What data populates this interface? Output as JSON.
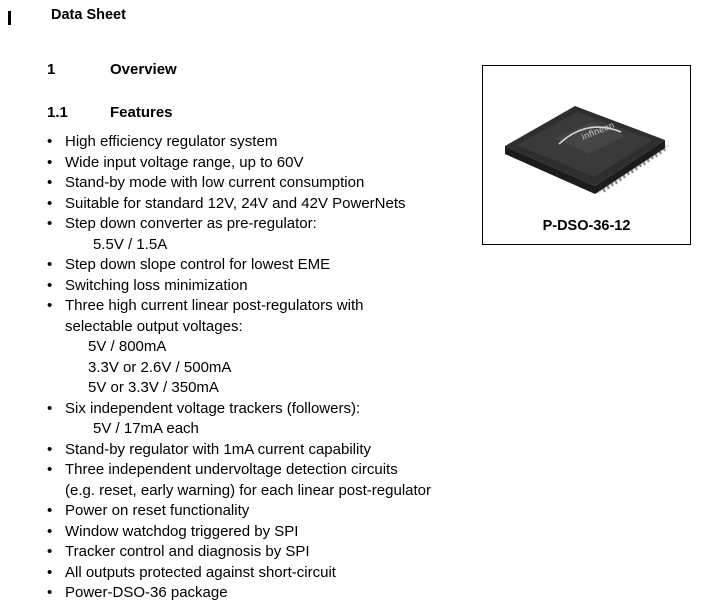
{
  "header": {
    "title": "Data Sheet"
  },
  "section": {
    "number": "1",
    "title": "Overview"
  },
  "subsection": {
    "number": "1.1",
    "title": "Features"
  },
  "features": [
    {
      "text": "High efficiency regulator system"
    },
    {
      "text": "Wide input voltage range, up to 60V"
    },
    {
      "text": "Stand-by mode with low current consumption"
    },
    {
      "text": "Suitable for standard 12V, 24V and 42V PowerNets"
    },
    {
      "text": "Step down converter as pre-regulator:",
      "sub": [
        "5.5V / 1.5A"
      ]
    },
    {
      "text": "Step down slope control for lowest EME"
    },
    {
      "text": "Switching loss minimization"
    },
    {
      "text": "Three high current linear post-regulators with",
      "cont": "selectable output voltages:",
      "sub": [
        "5V / 800mA",
        "3.3V or 2.6V / 500mA",
        "5V or 3.3V / 350mA"
      ]
    },
    {
      "text": "Six independent voltage trackers (followers):",
      "sub": [
        "5V / 17mA each"
      ]
    },
    {
      "text": "Stand-by regulator with 1mA current capability"
    },
    {
      "text": "Three independent undervoltage detection circuits",
      "cont": "(e.g. reset, early warning) for each linear post-regulator"
    },
    {
      "text": "Power on reset functionality"
    },
    {
      "text": "Window watchdog triggered by SPI"
    },
    {
      "text": "Tracker control and diagnosis by SPI"
    },
    {
      "text": "All outputs protected against short-circuit"
    },
    {
      "text": "Power-DSO-36 package"
    }
  ],
  "package": {
    "caption": "P-DSO-36-12",
    "logo": "infineon",
    "bullet_glyph": "•"
  }
}
